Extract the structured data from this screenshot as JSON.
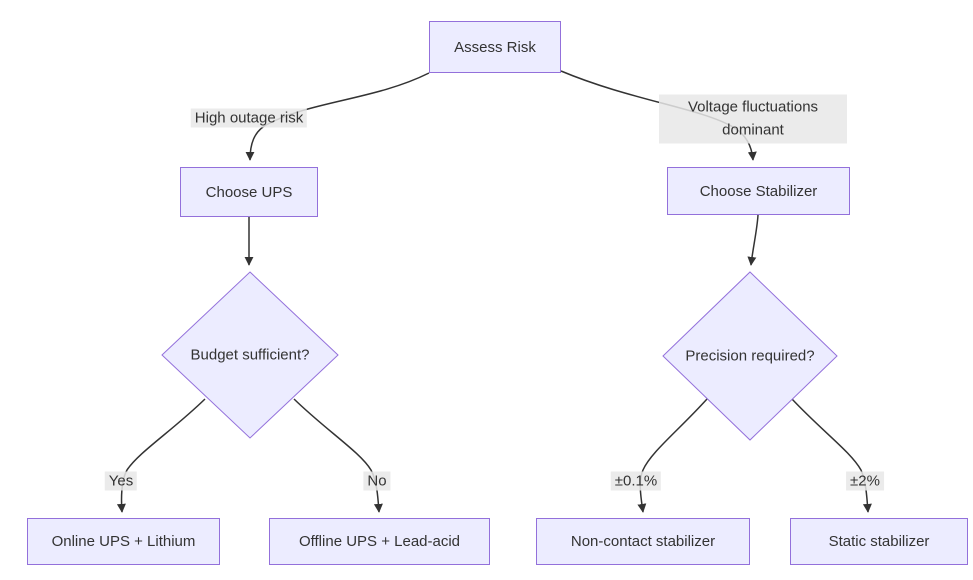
{
  "diagram": {
    "kind": "flowchart-decision-tree",
    "nodes": {
      "assess": {
        "label": "Assess Risk",
        "shape": "rect"
      },
      "choose_ups": {
        "label": "Choose UPS",
        "shape": "rect"
      },
      "choose_stabilizer": {
        "label": "Choose Stabilizer",
        "shape": "rect"
      },
      "budget": {
        "label": "Budget sufficient?",
        "shape": "diamond"
      },
      "precision": {
        "label": "Precision required?",
        "shape": "diamond"
      },
      "online_ups": {
        "label": "Online UPS + Lithium",
        "shape": "rect"
      },
      "offline_ups": {
        "label": "Offline UPS + Lead-acid",
        "shape": "rect"
      },
      "non_contact": {
        "label": "Non-contact stabilizer",
        "shape": "rect"
      },
      "static_stab": {
        "label": "Static stabilizer",
        "shape": "rect"
      }
    },
    "edges": [
      {
        "from": "assess",
        "to": "choose_ups",
        "label": "High outage risk"
      },
      {
        "from": "assess",
        "to": "choose_stabilizer",
        "label": "Voltage fluctuations dominant"
      },
      {
        "from": "choose_ups",
        "to": "budget",
        "label": ""
      },
      {
        "from": "choose_stabilizer",
        "to": "precision",
        "label": ""
      },
      {
        "from": "budget",
        "to": "online_ups",
        "label": "Yes"
      },
      {
        "from": "budget",
        "to": "offline_ups",
        "label": "No"
      },
      {
        "from": "precision",
        "to": "non_contact",
        "label": "±0.1%"
      },
      {
        "from": "precision",
        "to": "static_stab",
        "label": "±2%"
      }
    ],
    "colors": {
      "node_fill": "#ECECFF",
      "node_border": "#9370DB",
      "edge_line": "#333333",
      "edge_label_bg": "#e8e8e8",
      "text": "#333333",
      "background": "#ffffff"
    }
  }
}
